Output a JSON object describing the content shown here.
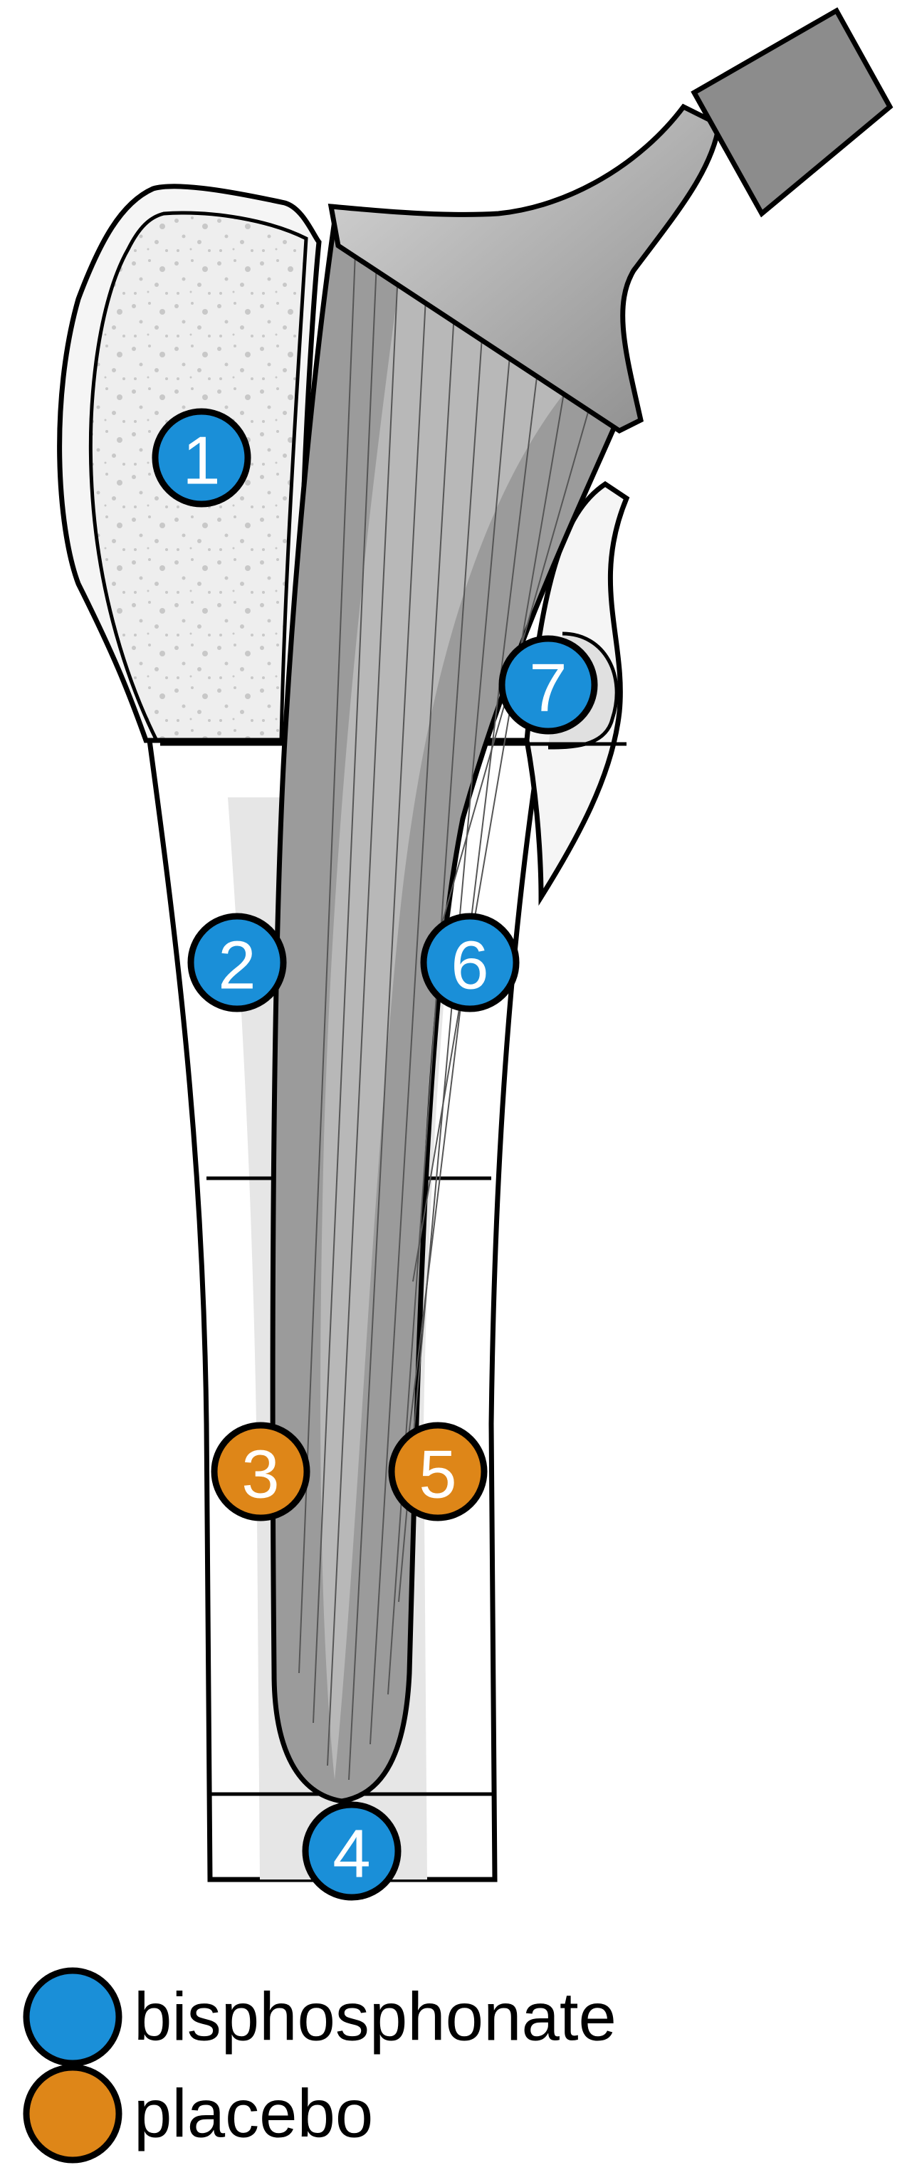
{
  "colors": {
    "bisphosphonate": "#1a8fd8",
    "placebo": "#de8618",
    "outline": "#000000",
    "bone_fill": "#eeeeee",
    "stem_fill": "#9b9b9b",
    "stem_highlight": "#c4c4c4",
    "neck_fill": "#bdbdbd",
    "head_fill": "#8c8c8c"
  },
  "zones": [
    {
      "id": "1",
      "label": "1",
      "group": "bisphosphonate"
    },
    {
      "id": "2",
      "label": "2",
      "group": "bisphosphonate"
    },
    {
      "id": "3",
      "label": "3",
      "group": "placebo"
    },
    {
      "id": "4",
      "label": "4",
      "group": "bisphosphonate"
    },
    {
      "id": "5",
      "label": "5",
      "group": "placebo"
    },
    {
      "id": "6",
      "label": "6",
      "group": "bisphosphonate"
    },
    {
      "id": "7",
      "label": "7",
      "group": "bisphosphonate"
    }
  ],
  "legend": [
    {
      "key": "bisphosphonate",
      "label": "bisphosphonate"
    },
    {
      "key": "placebo",
      "label": "placebo"
    }
  ]
}
